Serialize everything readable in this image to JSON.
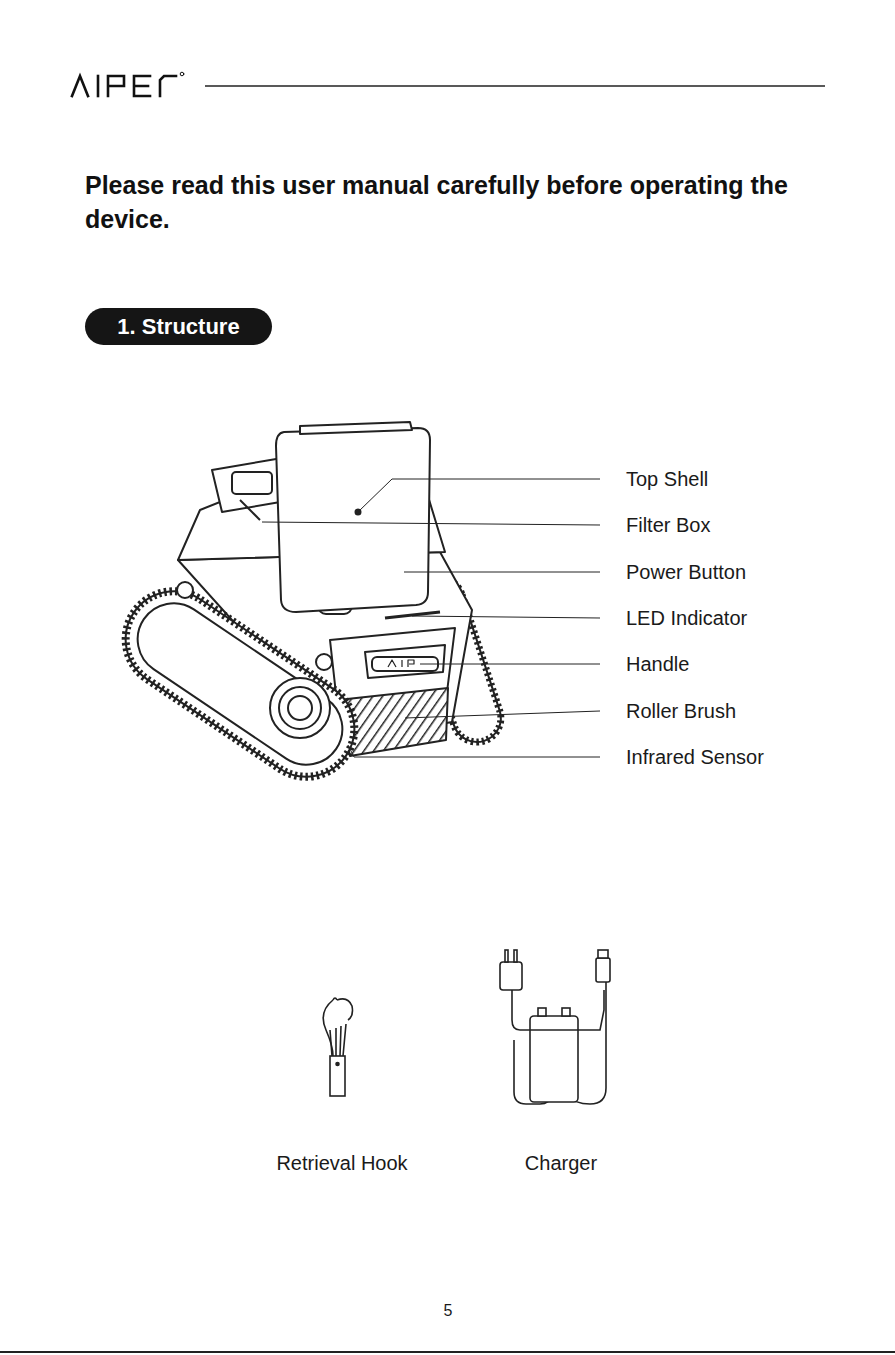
{
  "diagram": {
    "title": "Please read this user manual carefully before operating the device.",
    "nodes": [
      {
        "text": [
          "1. Structure"
        ]
      }
    ],
    "labels": [
      "Top Shell",
      "Filter Box",
      "Power Button",
      "LED Indicator",
      "Handle",
      "Roller Brush",
      "Infrared Sensor",
      "Retrieval Hook",
      "Charger",
      "5"
    ]
  }
}
